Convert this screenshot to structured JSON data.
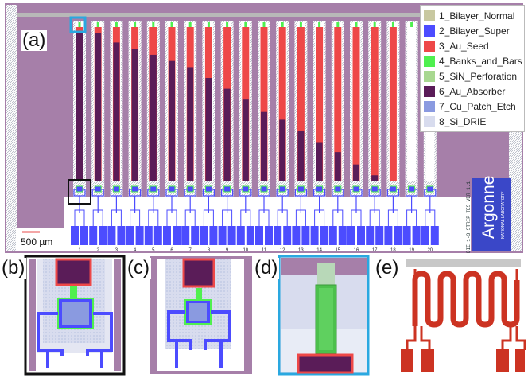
{
  "panels": {
    "a": "(a)",
    "b": "(b)",
    "c": "(c)",
    "d": "(d)",
    "e": "(e)"
  },
  "legend": [
    {
      "label": "1_Bilayer_Normal",
      "color": "#c8c8a0"
    },
    {
      "label": "2_Bilayer_Super",
      "color": "#4c4cff"
    },
    {
      "label": "3_Au_Seed",
      "color": "#ee4848"
    },
    {
      "label": "4_Banks_and_Bars",
      "color": "#4ff04f"
    },
    {
      "label": "5_SiN_Perforation",
      "color": "#a8d890"
    },
    {
      "label": "6_Au_Absorber",
      "color": "#5a1c58"
    },
    {
      "label": "7_Cu_Patch_Etch",
      "color": "#8a9ae0"
    },
    {
      "label": "8_Si_DRIE",
      "color": "#d8dcee"
    }
  ],
  "pixel_numbers": [
    "1",
    "2",
    "3",
    "4",
    "5",
    "6",
    "7",
    "8",
    "9",
    "10",
    "11",
    "12",
    "13",
    "14",
    "15",
    "16",
    "17",
    "18",
    "19",
    "20"
  ],
  "absorber_fraction": [
    0.97,
    0.96,
    0.9,
    0.86,
    0.82,
    0.78,
    0.74,
    0.67,
    0.6,
    0.53,
    0.45,
    0.4,
    0.33,
    0.25,
    0.19,
    0.11,
    0.04,
    0,
    0,
    0
  ],
  "scale_bar": "500 µm",
  "logo": {
    "name": "Argonne",
    "sub": "NATIONAL LABORATORY"
  },
  "chip_label": "DIE 1-3 STRIP TES VER 1.1",
  "colors": {
    "substrate": "#a67fa9",
    "si_drie": "#d8dcee",
    "absorber": "#5a1c58",
    "seed": "#ee4848",
    "super": "#4c4cff",
    "banks": "#4ff04f",
    "sin": "#a8d890",
    "bilayer_normal": "#c8c8a0",
    "trace_red": "#cc3322"
  }
}
